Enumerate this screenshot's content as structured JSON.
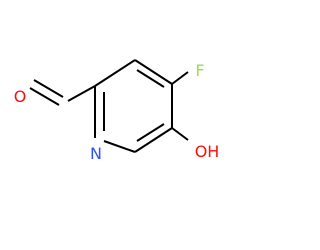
{
  "molecule": {
    "atoms": [
      {
        "id": "o1",
        "symbol": "O",
        "color": "#ff0d0d"
      },
      {
        "id": "n1",
        "symbol": "N",
        "color": "#3050f8"
      },
      {
        "id": "f1",
        "symbol": "F",
        "color": "#90e050"
      },
      {
        "id": "oh1",
        "symbol": "OH",
        "color": "#ff0d0d"
      }
    ],
    "bonds": [
      {
        "id": "cho-double",
        "order": 2
      },
      {
        "id": "c2-cho",
        "order": 1
      },
      {
        "id": "c2-c3",
        "order": 1
      },
      {
        "id": "c3-c4",
        "order": 2
      },
      {
        "id": "c4-f",
        "order": 1
      },
      {
        "id": "c4-c5",
        "order": 1
      },
      {
        "id": "c5-oh",
        "order": 1
      },
      {
        "id": "c5-c6",
        "order": 2
      },
      {
        "id": "c6-n1",
        "order": 1
      },
      {
        "id": "n1-c2",
        "order": 2
      }
    ]
  }
}
